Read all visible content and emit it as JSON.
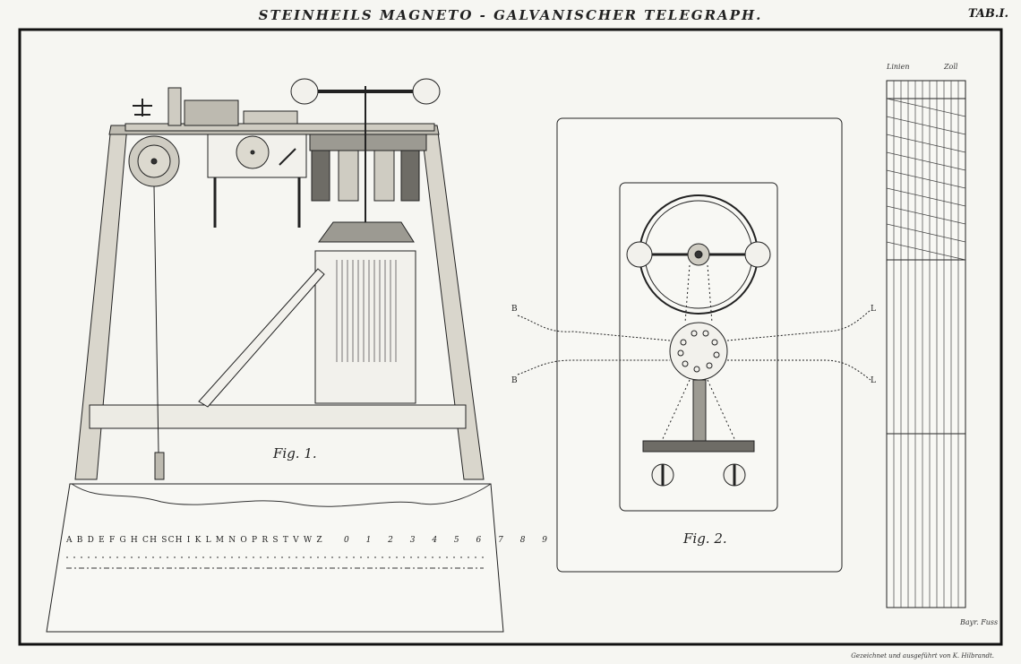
{
  "plate": {
    "title": "STEINHEILS MAGNETO - GALVANISCHER TELEGRAPH.",
    "tab": "TAB.I."
  },
  "figures": {
    "fig1_label": "Fig. 1.",
    "fig2_label": "Fig. 2."
  },
  "alphabet": {
    "letters": "A B D E F G H CH SCH I K L M N O P R S T V W Z",
    "digits": "0 1 2 3 4 5 6 7 8 9"
  },
  "fig2_wires": {
    "left_top": "B",
    "left_bottom": "B",
    "right_top": "L",
    "right_bottom": "L"
  },
  "scale": {
    "left_unit": "Linien",
    "right_unit": "Zoll",
    "bottom_label": "Bayr. Fuss"
  },
  "credit": "Gezeichnet und ausgeführt von K. Hilbrandt."
}
